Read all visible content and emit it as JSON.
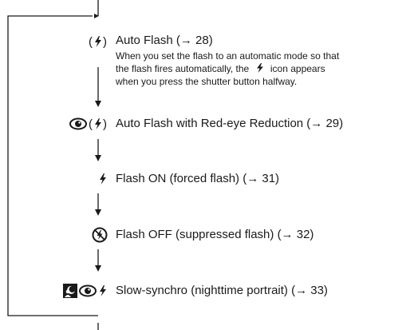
{
  "modes": [
    {
      "label": "Auto Flash (→ 28)",
      "icons": [
        "auto-flash-icon"
      ],
      "description": [
        "When you set the flash to an automatic mode so that",
        "the flash fires automatically, the",
        "icon appears",
        "when you press the shutter button halfway."
      ]
    },
    {
      "label": "Auto Flash with Red-eye Reduction (→ 29)",
      "icons": [
        "red-eye-icon",
        "auto-flash-icon"
      ]
    },
    {
      "label": "Flash ON (forced flash) (→ 31)",
      "icons": [
        "flash-icon"
      ]
    },
    {
      "label": "Flash OFF (suppressed flash) (→ 32)",
      "icons": [
        "flash-off-icon"
      ]
    },
    {
      "label": "Slow-synchro (nighttime portrait) (→ 33)",
      "icons": [
        "night-portrait-icon",
        "red-eye-icon",
        "flash-icon"
      ]
    }
  ],
  "colors": {
    "text": "#1a1a1a",
    "line": "#1a1a1a",
    "background": "#ffffff"
  }
}
